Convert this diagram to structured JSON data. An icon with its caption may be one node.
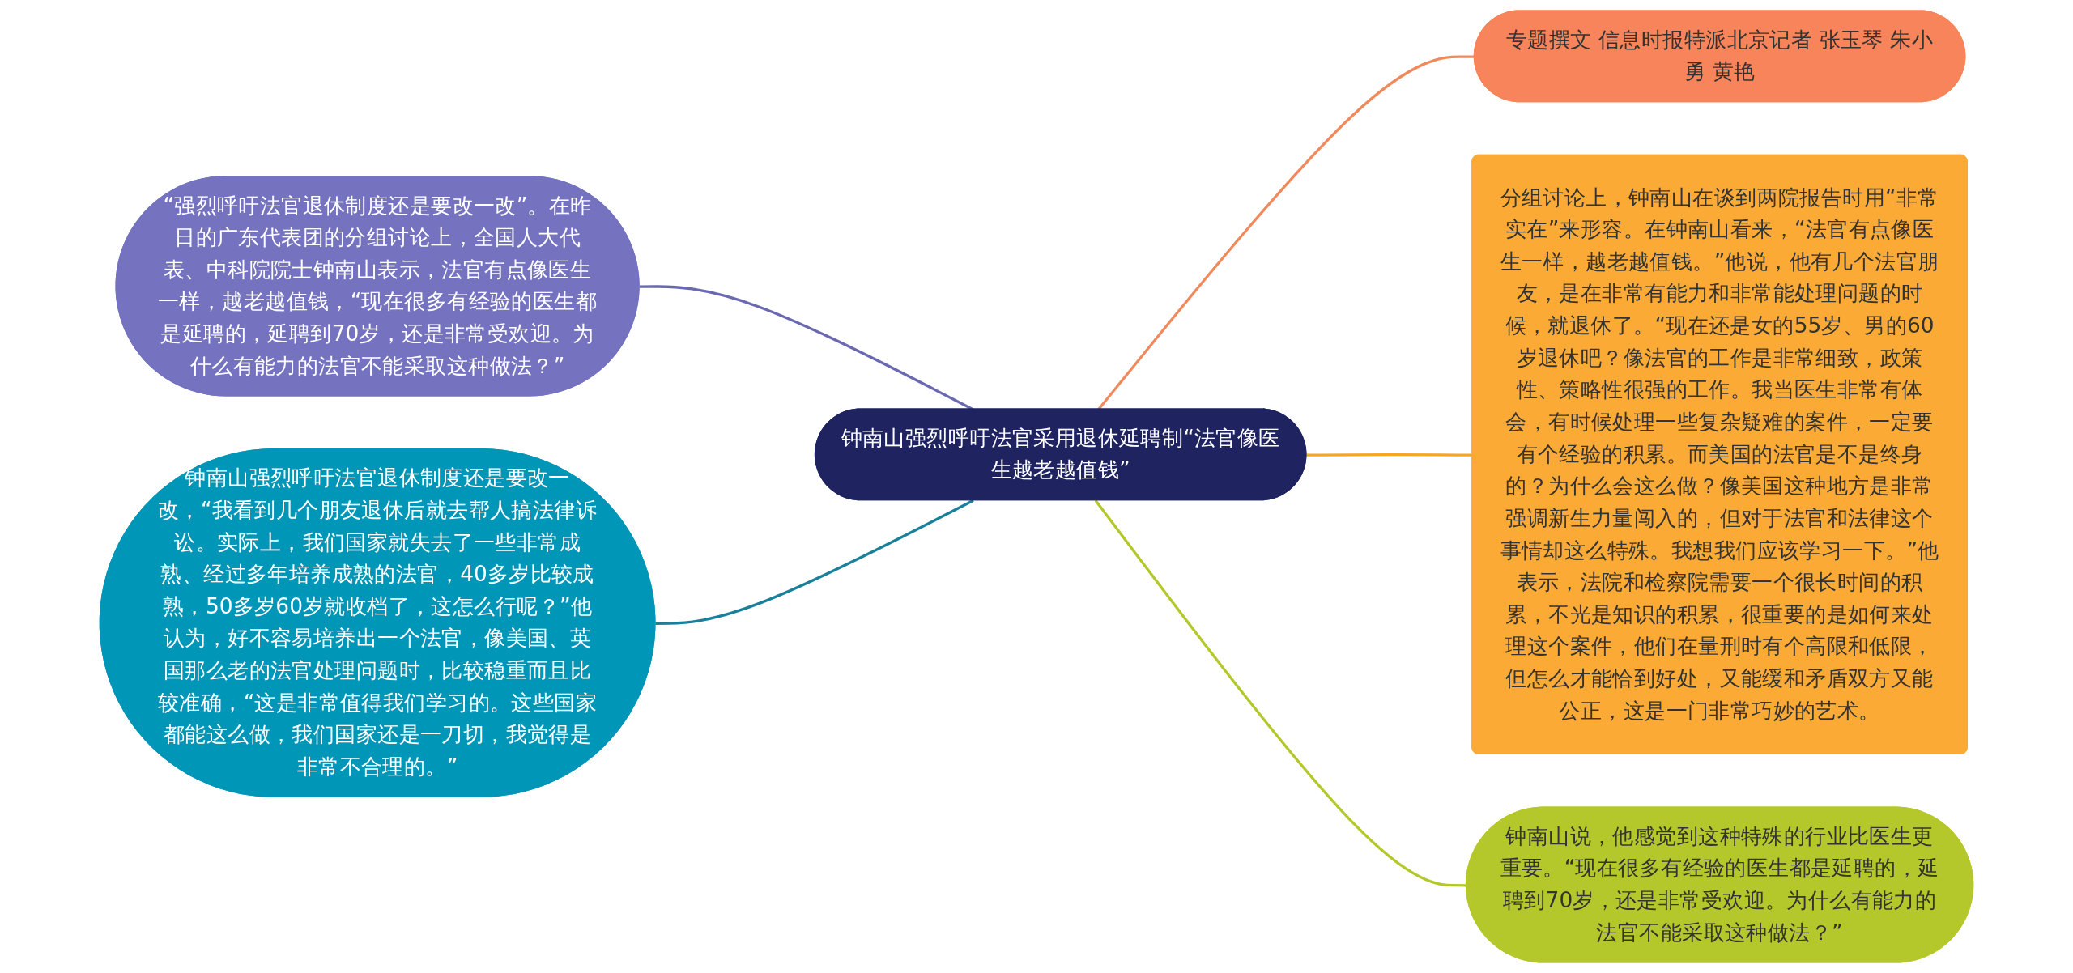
{
  "diagram": {
    "nodes": [
      {
        "text": [
          "钟南山强烈呼吁法官采用退休延聘制“法官像医生越老越值钱”"
        ]
      },
      {
        "text": [
          "专题撰文 信息时报特派北京记者 张玉琴 朱小勇 黄艳"
        ]
      },
      {
        "text": [
          "分组讨论上，钟南山在谈到两院报告时用“非常实在”来形容。在钟南山看来，“法官有点像医生一样，越老越值钱。”他说，他有几个法官朋友，是在非常有能力和非常能处理问题的时候，就退休了。“现在还是女的55岁、男的60岁退休吧？像法官的工作是非常细致，政策性、策略性很强的工作。我当医生非常有体会，有时候处理一些复杂疑难的案件，一定要有个经验的积累。而美国的法官是不是终身的？为什么会这么做？像美国这种地方是非常强调新生力量闯入的，但对于法官和法律这个事情却这么特殊。我想我们应该学习一下。”他表示，法院和检察院需要一个很长时间的积累，不光是知识的积累，很重要的是如何来处理这个案件，他们在量刑时有个高限和低限，但怎么才能恰到好处，又能缓和矛盾双方又能公正，这是一门非常巧妙的艺术。"
        ]
      },
      {
        "text": [
          "钟南山说，他感觉到这种特殊的行业比医生更重要。“现在很多有经验的医生都是延聘的，延聘到70岁，还是非常受欢迎。为什么有能力的法官不能采取这种做法？”"
        ]
      },
      {
        "text": [
          "“强烈呼吁法官退休制度还是要改一改”。在昨日的广东代表团的分组讨论上，全国人大代表、中科院院士钟南山表示，法官有点像医生一样，越老越值钱，“现在很多有经验的医生都是延聘的，延聘到70岁，还是非常受欢迎。为什么有能力的法官不能采取这种做法？”"
        ]
      },
      {
        "text": [
          "钟南山强烈呼吁法官退休制度还是要改一改，“我看到几个朋友退休后就去帮人搞法律诉讼。实际上，我们国家就失去了一些非常成熟、经过多年培养成熟的法官，40多岁比较成熟，50多岁60岁就收档了，这怎么行呢？”他认为，好不容易培养出一个法官，像美国、英国那么老的法官处理问题时，比较稳重而且比较准确，“这是非常值得我们学习的。这些国家都能这么做，我们国家还是一刀切，我觉得是非常不合理的。”"
        ]
      }
    ],
    "edges": [
      {
        "from": 0,
        "to": 1,
        "arrow": "none",
        "color": "#f08a5d"
      },
      {
        "from": 0,
        "to": 2,
        "arrow": "none",
        "color": "#f5a623"
      },
      {
        "from": 0,
        "to": 3,
        "arrow": "none",
        "color": "#b5c82b"
      },
      {
        "from": 0,
        "to": 4,
        "arrow": "none",
        "color": "#6a68b0"
      },
      {
        "from": 0,
        "to": 5,
        "arrow": "none",
        "color": "#1a7f9a"
      }
    ]
  }
}
